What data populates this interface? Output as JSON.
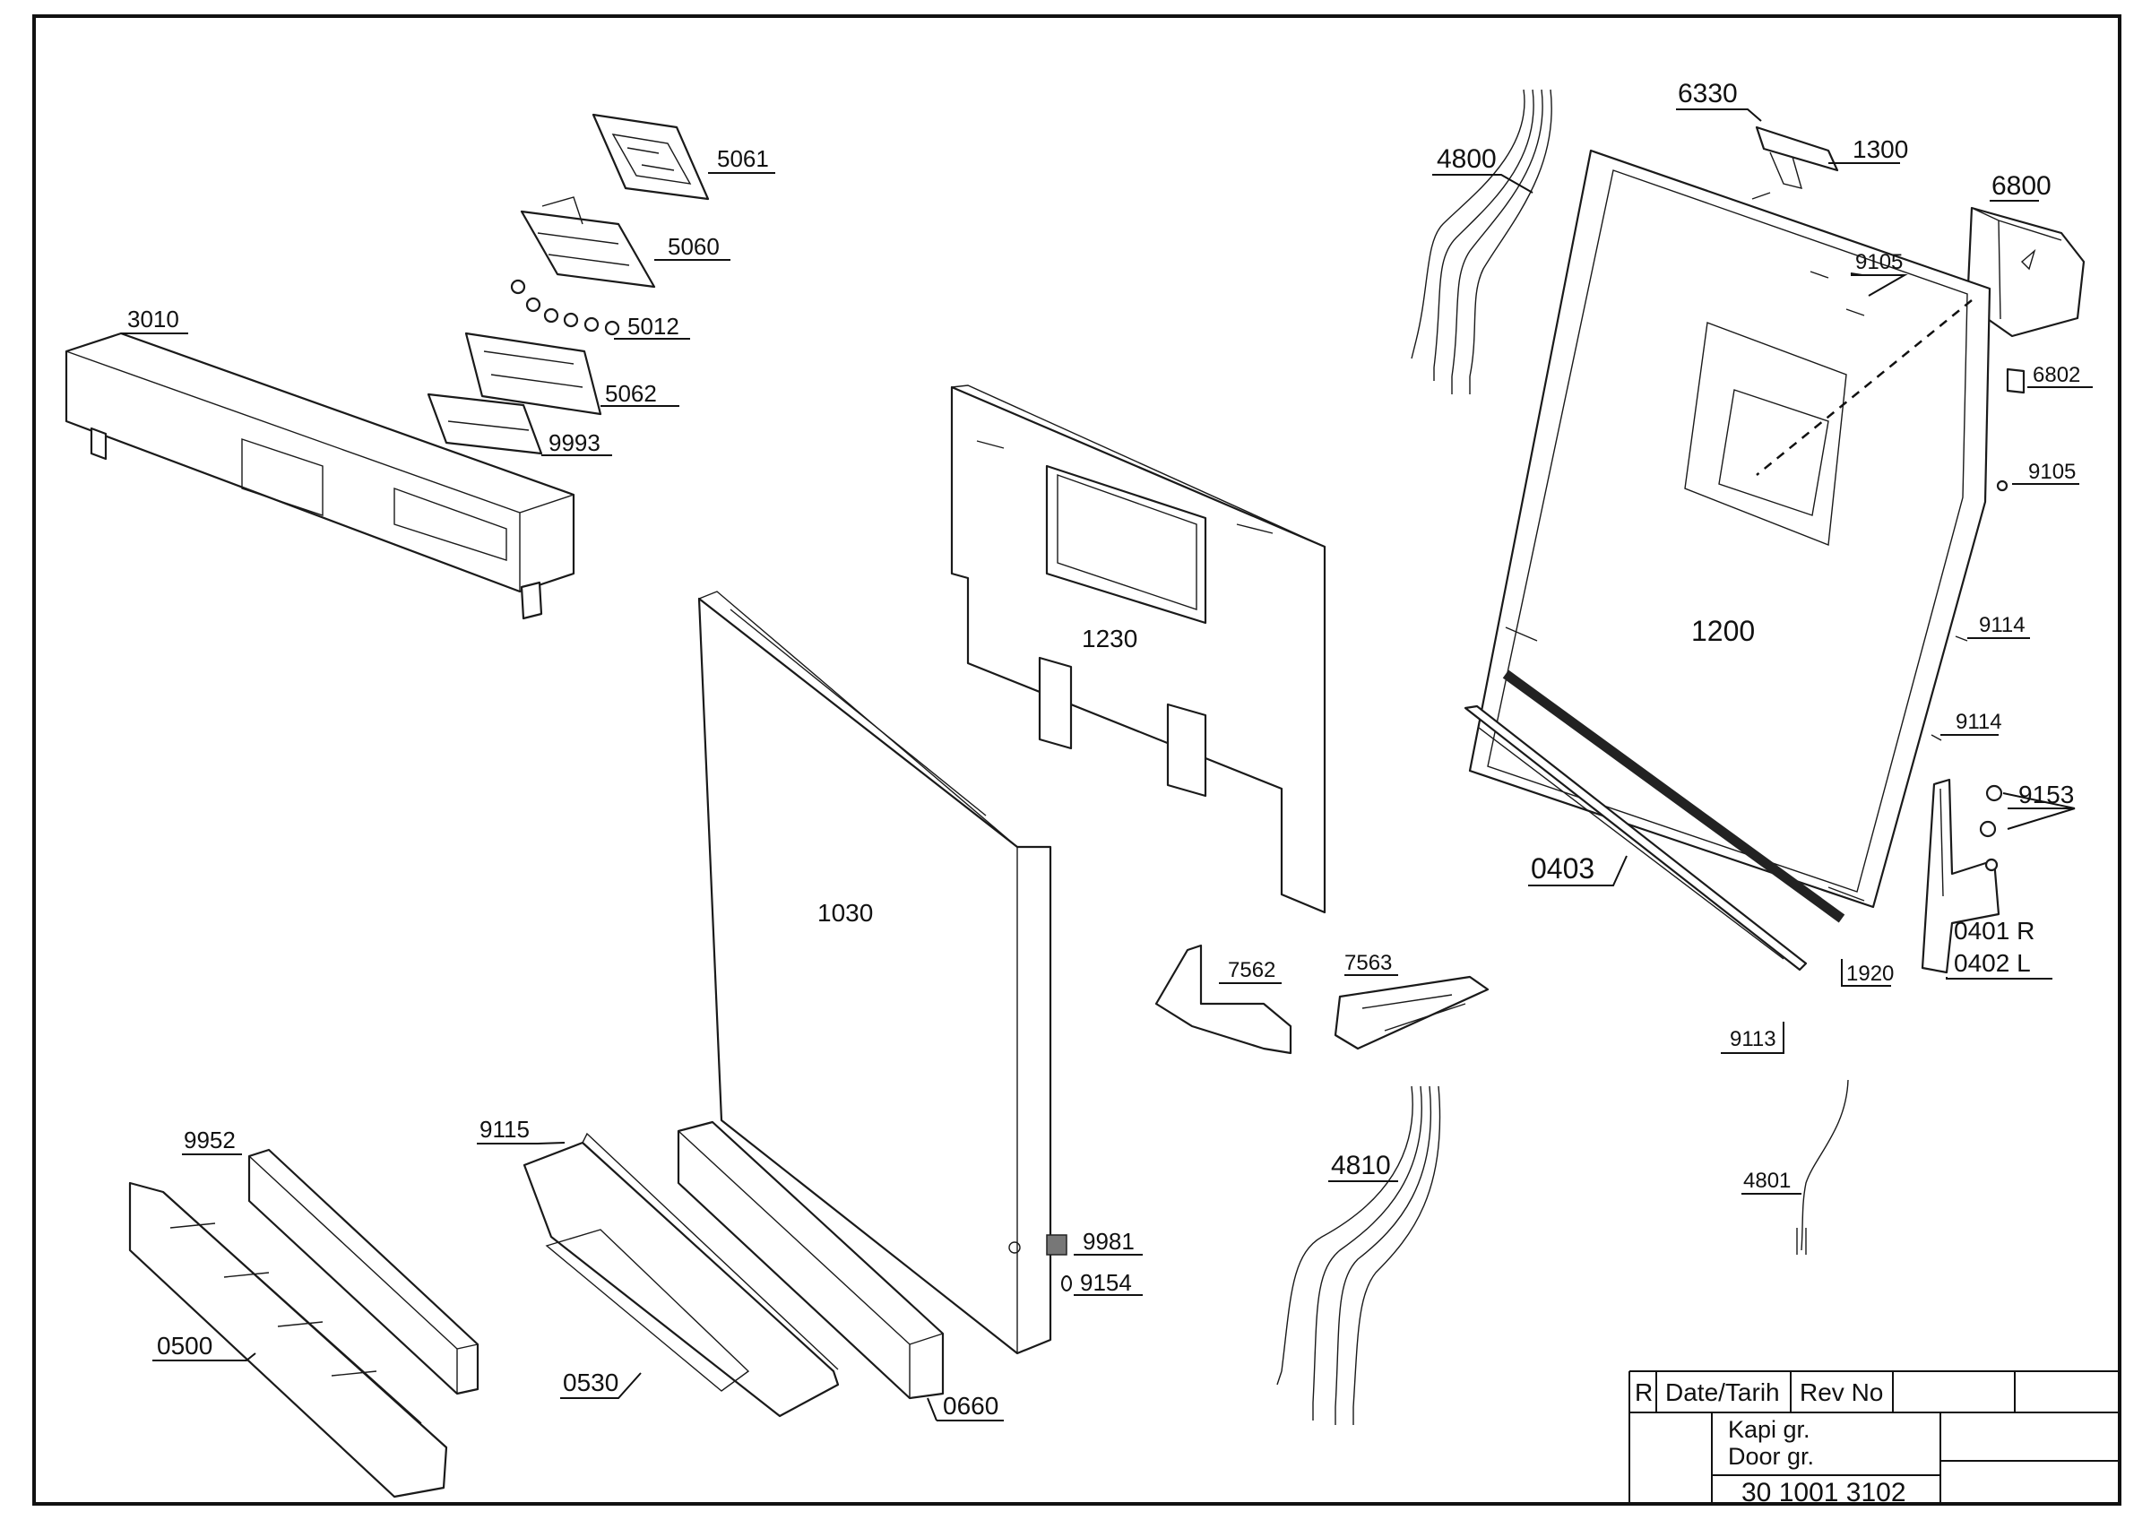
{
  "drawing": {
    "labels": {
      "p5061": "5061",
      "p5060": "5060",
      "p5012": "5012",
      "p5062": "5062",
      "p9993": "9993",
      "p3010": "3010",
      "p1230": "1230",
      "p1030": "1030",
      "p4800": "4800",
      "p6330": "6330",
      "p1300": "1300",
      "p6800": "6800",
      "p9105a": "9105",
      "p6802": "6802",
      "p9105b": "9105",
      "p1200": "1200",
      "p9114a": "9114",
      "p9114b": "9114",
      "p9153": "9153",
      "p0403": "0403",
      "p0401": "0401 R",
      "p0402": "0402 L",
      "p1920": "1920",
      "p9113": "9113",
      "p7562": "7562",
      "p7563": "7563",
      "p4801": "4801",
      "p4810": "4810",
      "p9952": "9952",
      "p9115": "9115",
      "p9981": "9981",
      "p9154": "9154",
      "p0500": "0500",
      "p0530": "0530",
      "p0660": "0660"
    }
  },
  "title_block": {
    "col_r": "R",
    "col_date": "Date/Tarih",
    "col_rev": "Rev No",
    "name_tr": "Kapi gr.",
    "name_en": "Door gr.",
    "drawing_no": "30 1001 3102"
  }
}
